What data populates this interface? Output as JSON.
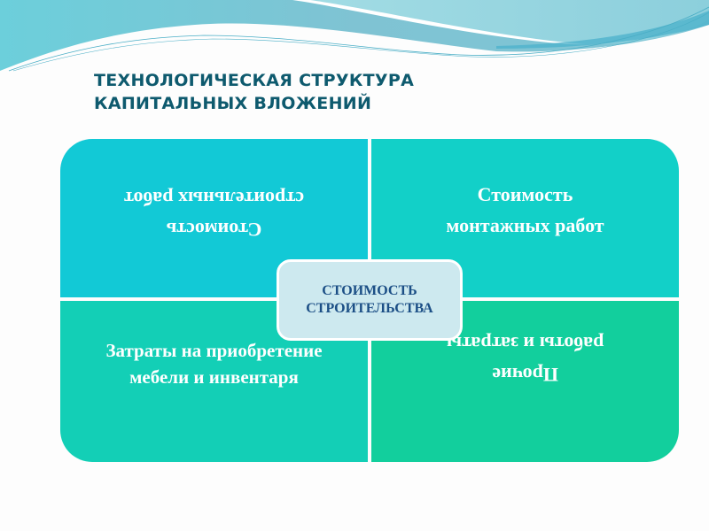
{
  "slide": {
    "title_lines": [
      "ТЕХНОЛОГИЧЕСКАЯ СТРУКТУРА",
      "КАПИТАЛЬНЫХ ВЛОЖЕНИЙ"
    ],
    "center": {
      "lines": [
        "СТОИМОСТЬ",
        "СТРОИТЕЛЬСТВА"
      ]
    },
    "quadrants": {
      "top_left": {
        "lines": [
          "Стоимость",
          "строительных работ"
        ],
        "rotated": true
      },
      "top_right": {
        "lines": [
          "Стоимость",
          "монтажных работ"
        ],
        "rotated": false
      },
      "bottom_left": {
        "lines": [
          "Затраты на приобретение",
          "мебели и инвентаря"
        ],
        "rotated": false
      },
      "bottom_right": {
        "lines": [
          "Прочие",
          "работы и затраты"
        ],
        "rotated": true
      }
    },
    "colors": {
      "title": "#0e5a6e",
      "top_left": "#12c9d6",
      "top_right": "#12d0c8",
      "bottom_left": "#13cfb6",
      "bottom_right": "#12cf9d",
      "center_bg": "#cde9ef",
      "center_text": "#1c4f86"
    }
  }
}
